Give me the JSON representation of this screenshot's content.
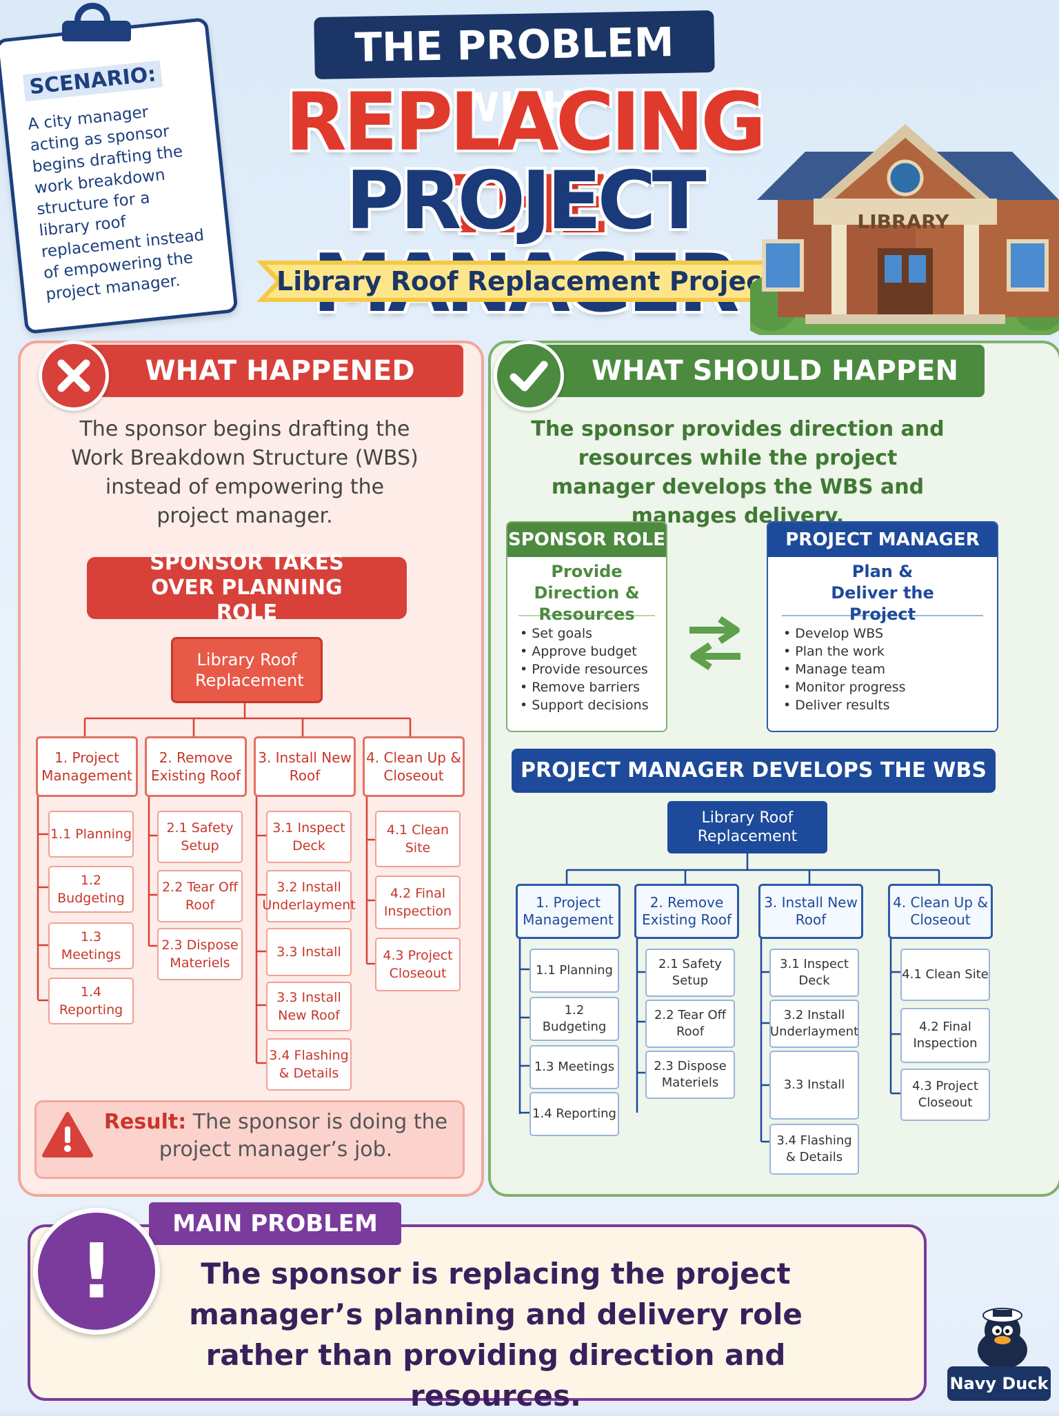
{
  "scenario": {
    "label": "SCENARIO:",
    "text": "A city manager acting as sponsor begins drafting the work breakdown structure for a library roof replacement instead of empowering the project manager."
  },
  "title": {
    "line1": "THE PROBLEM WITH",
    "line2": "REPLACING THE",
    "line3": "PROJECT MANAGER",
    "subtitle": "Library Roof Replacement Project"
  },
  "building": {
    "sign": "LIBRARY"
  },
  "left": {
    "header": "WHAT HAPPENED",
    "description": "The sponsor begins drafting the Work Breakdown Structure (WBS) instead of empowering the project manager.",
    "banner": "SPONSOR TAKES OVER PLANNING ROLE",
    "wbs": {
      "root": "Library Roof Replacement",
      "branches": [
        {
          "label": "1. Project Management",
          "items": [
            "1.1 Planning",
            "1.2 Budgeting",
            "1.3 Meetings",
            "1.4 Reporting"
          ]
        },
        {
          "label": "2. Remove Existing Roof",
          "items": [
            "2.1 Safety Setup",
            "2.2 Tear Off Roof",
            "2.3 Dispose Materiels"
          ]
        },
        {
          "label": "3. Install New Roof",
          "items": [
            "3.1 Inspect Deck",
            "3.2 Install Underlayment",
            "3.3 Install",
            "3.3 Install New Roof",
            "3.4 Flashing & Details"
          ]
        },
        {
          "label": "4. Clean Up & Closeout",
          "items": [
            "4.1 Clean Site",
            "4.2 Final Inspection",
            "4.3 Project Closeout"
          ]
        }
      ]
    },
    "result_label": "Result:",
    "result_text": "The sponsor is doing the project manager’s job."
  },
  "right": {
    "header": "WHAT SHOULD HAPPEN",
    "description": "The sponsor provides direction and resources while the project manager develops the WBS and manages delivery.",
    "sponsor_role": {
      "title": "SPONSOR ROLE",
      "subtitle": "Provide Direction & Resources",
      "items": [
        "Set goals",
        "Approve budget",
        "Provide resources",
        "Remove barriers",
        "Support decisions"
      ]
    },
    "pm_role": {
      "title": "PROJECT MANAGER ROLE",
      "subtitle": "Plan & Deliver the Project",
      "items": [
        "Develop WBS",
        "Plan the work",
        "Manage team",
        "Monitor progress",
        "Deliver results"
      ]
    },
    "banner": "PROJECT MANAGER DEVELOPS THE WBS",
    "wbs": {
      "root": "Library Roof Replacement",
      "branches": [
        {
          "label": "1. Project Management",
          "items": [
            "1.1 Planning",
            "1.2 Budgeting",
            "1.3 Meetings",
            "1.4 Reporting"
          ]
        },
        {
          "label": "2. Remove Existing Roof",
          "items": [
            "2.1 Safety Setup",
            "2.2 Tear Off Roof",
            "2.3 Dispose Materiels"
          ]
        },
        {
          "label": "3. Install New Roof",
          "items": [
            "3.1 Inspect Deck",
            "3.2 Install Underlayment",
            "3.3 Install",
            "3.4 Flashing & Details"
          ]
        },
        {
          "label": "4. Clean Up & Closeout",
          "items": [
            "4.1 Clean Site",
            "4.2 Final Inspection",
            "4.3 Project Closeout"
          ]
        }
      ]
    }
  },
  "main_problem": {
    "label": "MAIN PROBLEM",
    "icon": "!",
    "text": "The sponsor is replacing the project manager’s planning and delivery role rather than providing direction and resources."
  },
  "branding": {
    "name": "Navy Duck"
  },
  "colors": {
    "red": "#d8403a",
    "green": "#4c8a3f",
    "navy": "#1b3566",
    "blue": "#1d4a9a",
    "purple": "#7a3b9c"
  }
}
